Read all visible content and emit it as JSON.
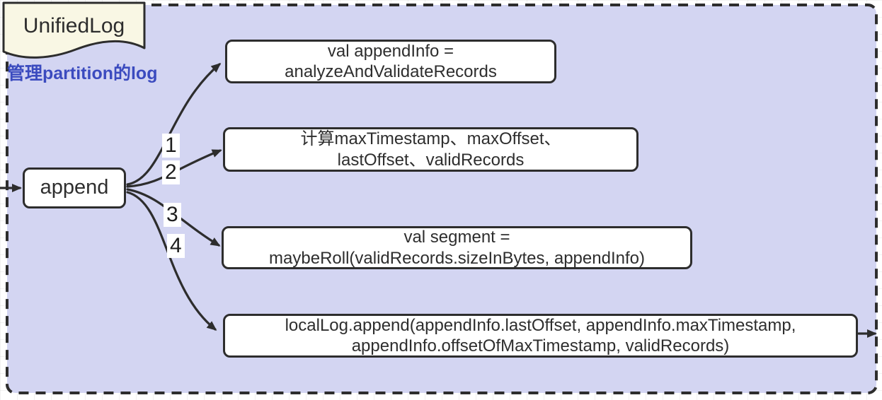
{
  "diagram": {
    "banner_label": "UnifiedLog",
    "subtitle": "管理partition的log",
    "source_node_label": "append",
    "steps": [
      {
        "num": "1",
        "lines": [
          "val appendInfo =",
          "analyzeAndValidateRecords"
        ]
      },
      {
        "num": "2",
        "lines": [
          "计算maxTimestamp、maxOffset、",
          "lastOffset、validRecords"
        ]
      },
      {
        "num": "3",
        "lines": [
          "val segment =",
          "maybeRoll(validRecords.sizeInBytes, appendInfo)"
        ]
      },
      {
        "num": "4",
        "lines": [
          "localLog.append(appendInfo.lastOffset, appendInfo.maxTimestamp,",
          "appendInfo.offsetOfMaxTimestamp, validRecords)"
        ]
      }
    ],
    "colors": {
      "container_fill": "#d3d5f2",
      "container_border": "#2d2d2d",
      "banner_fill": "#f9f7e4",
      "node_fill": "#ffffff",
      "node_border": "#2d2d2d",
      "subtitle_text": "#3b4bbf",
      "arrow": "#2d2d2d",
      "number_label_bg": "#ffffff"
    }
  }
}
